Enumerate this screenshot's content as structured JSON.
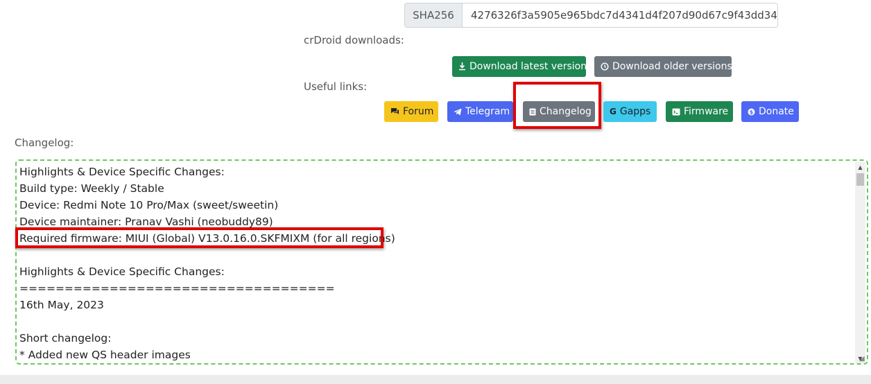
{
  "sha": {
    "label": "SHA256",
    "value": "4276326f3a5905e965bdc7d4341d4f207d90d67c9f43dd34"
  },
  "downloads": {
    "label": "crDroid downloads:",
    "latest_label": "Download latest version",
    "older_label": "Download older versions"
  },
  "useful_links": {
    "label": "Useful links:",
    "forum": "Forum",
    "telegram": "Telegram",
    "changelog": "Changelog",
    "gapps": "Gapps",
    "firmware": "Firmware",
    "donate": "Donate"
  },
  "changelog": {
    "label": "Changelog:",
    "lines": [
      "Highlights & Device Specific Changes:",
      "Build type: Weekly / Stable",
      "Device: Redmi Note 10 Pro/Max (sweet/sweetin)",
      "Device maintainer: Pranav Vashi (neobuddy89)",
      "Required firmware: MIUI (Global) V13.0.16.0.SKFMIXM (for all regions)",
      "",
      "Highlights & Device Specific Changes:",
      "===================================",
      "16th May, 2023",
      "",
      "Short changelog:",
      "* Added new QS header images"
    ]
  },
  "colors": {
    "highlight": "#e00000",
    "green": "#1e8651",
    "gray": "#6c757d",
    "yellow": "#f6c51c",
    "blue": "#4c67f0",
    "cyan": "#3dc8ec",
    "dashed_border": "#6dc85e"
  }
}
